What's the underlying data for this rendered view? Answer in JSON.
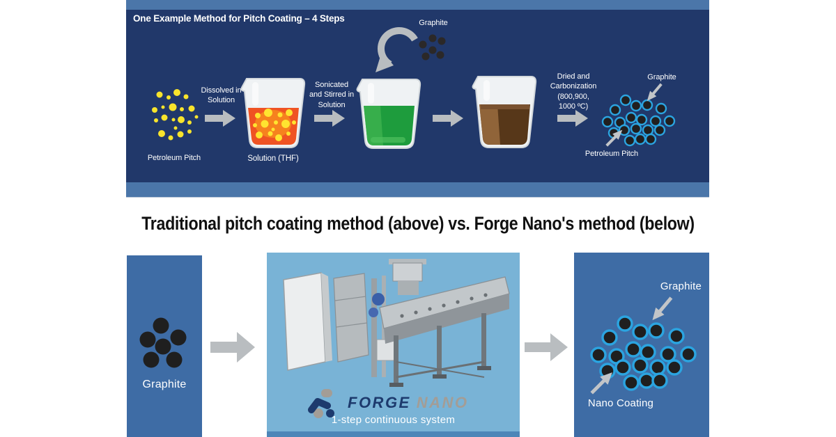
{
  "top_panel": {
    "title": "One Example Method for Pitch Coating – 4 Steps",
    "pitch_label": "Petroleum Pitch",
    "arrow1_label": "Dissolved in\nSolution",
    "beaker1_label": "Solution (THF)",
    "arrow2_label": "Sonicated\nand Stirred in\nSolution",
    "graphite_top_label": "Graphite",
    "arrow4_label": "Dried and\nCarbonization\n(800,900,\n1000 ºC)",
    "product": {
      "graphite_label": "Graphite",
      "pitch_label": "Petroleum Pitch"
    }
  },
  "comparison": {
    "title": "Traditional pitch coating method (above) vs. Forge Nano's method (below)"
  },
  "bottom": {
    "input": {
      "label": "Graphite"
    },
    "machine": {
      "logo_forge": "FORGE",
      "logo_nano": "NANO",
      "caption": "1-step continuous system"
    },
    "output": {
      "graphite_label": "Graphite",
      "coating_label": "Nano Coating"
    }
  },
  "colors": {
    "panel_navy": "#21386a",
    "panel_strip_blue": "#4b76a9",
    "side_box_blue": "#3e6ca5",
    "machine_panel_blue": "#79b3d6",
    "machine_footer_blue": "#4d86b8",
    "arrow_gray": "#b9bdc0",
    "pointer_gray": "#c2c5c8",
    "graphite_black": "#1f1f1f",
    "coating_ring_blue": "#2ba4e0",
    "pitch_yellow": "#f8e42c",
    "solution_orange": "#ef5323",
    "solution_green": "#1e9c3d",
    "solution_brown": "#573719",
    "logo_navy": "#1d3a6d",
    "logo_gray": "#a39d96"
  }
}
